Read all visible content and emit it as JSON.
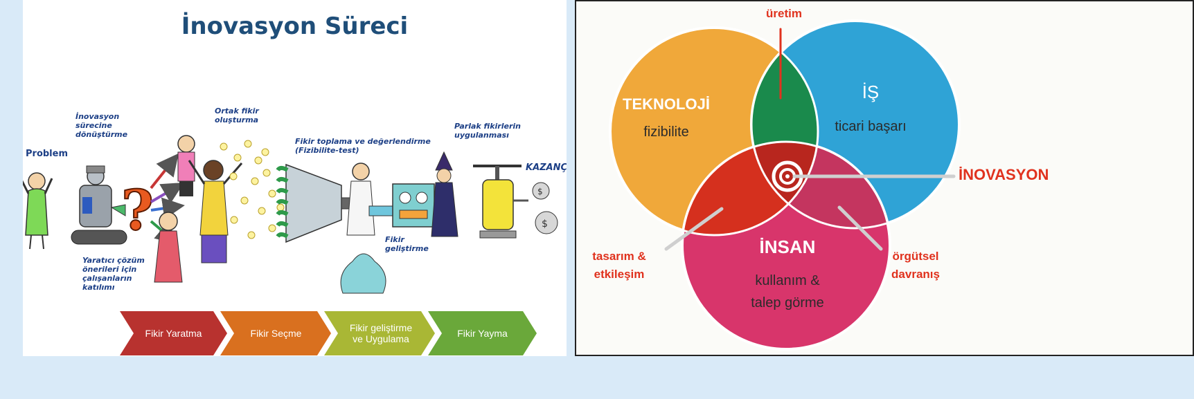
{
  "left": {
    "title": "İnovasyon Süreci",
    "annotations": {
      "problem": "Problem",
      "transform": "İnovasyon\nsürecine\ndönüştürme",
      "participation": "Yaratıcı çözüm\nönerileri için\nçalışanların\nkatılımı",
      "common_idea": "Ortak fikir\noluşturma",
      "collect": "Fikir toplama ve değerlendirme\n(Fizibilite-test)",
      "develop": "Fikir\ngeliştirme",
      "apply": "Parlak fikirlerin\nuygulanması",
      "gain": "KAZANÇ"
    },
    "stages": [
      "Fikir Yaratma",
      "Fikir Seçme",
      "Fikir geliştirme\nve Uygulama",
      "Fikir Yayma"
    ],
    "stage_colors": [
      "#b8322f",
      "#d9701f",
      "#a9b735",
      "#6aa83a"
    ]
  },
  "right": {
    "top_label": "üretim",
    "tech_title": "TEKNOLOJİ",
    "tech_sub": "fizibilite",
    "biz_title": "İŞ",
    "biz_sub": "ticari başarı",
    "human_title": "İNSAN",
    "human_sub": "kullanım &\ntalep görme",
    "left_label": "tasarım &\netkileşim",
    "right_label": "örgütsel\ndavranış",
    "center_label": "İNOVASYON",
    "colors": {
      "tech": "#f0a83a",
      "business": "#2fa3d6",
      "human": "#d8356b",
      "tech_business": "#1a8a4c",
      "tech_human": "#d5301e",
      "business_human": "#c4355f",
      "label_red": "#e0321e"
    }
  }
}
